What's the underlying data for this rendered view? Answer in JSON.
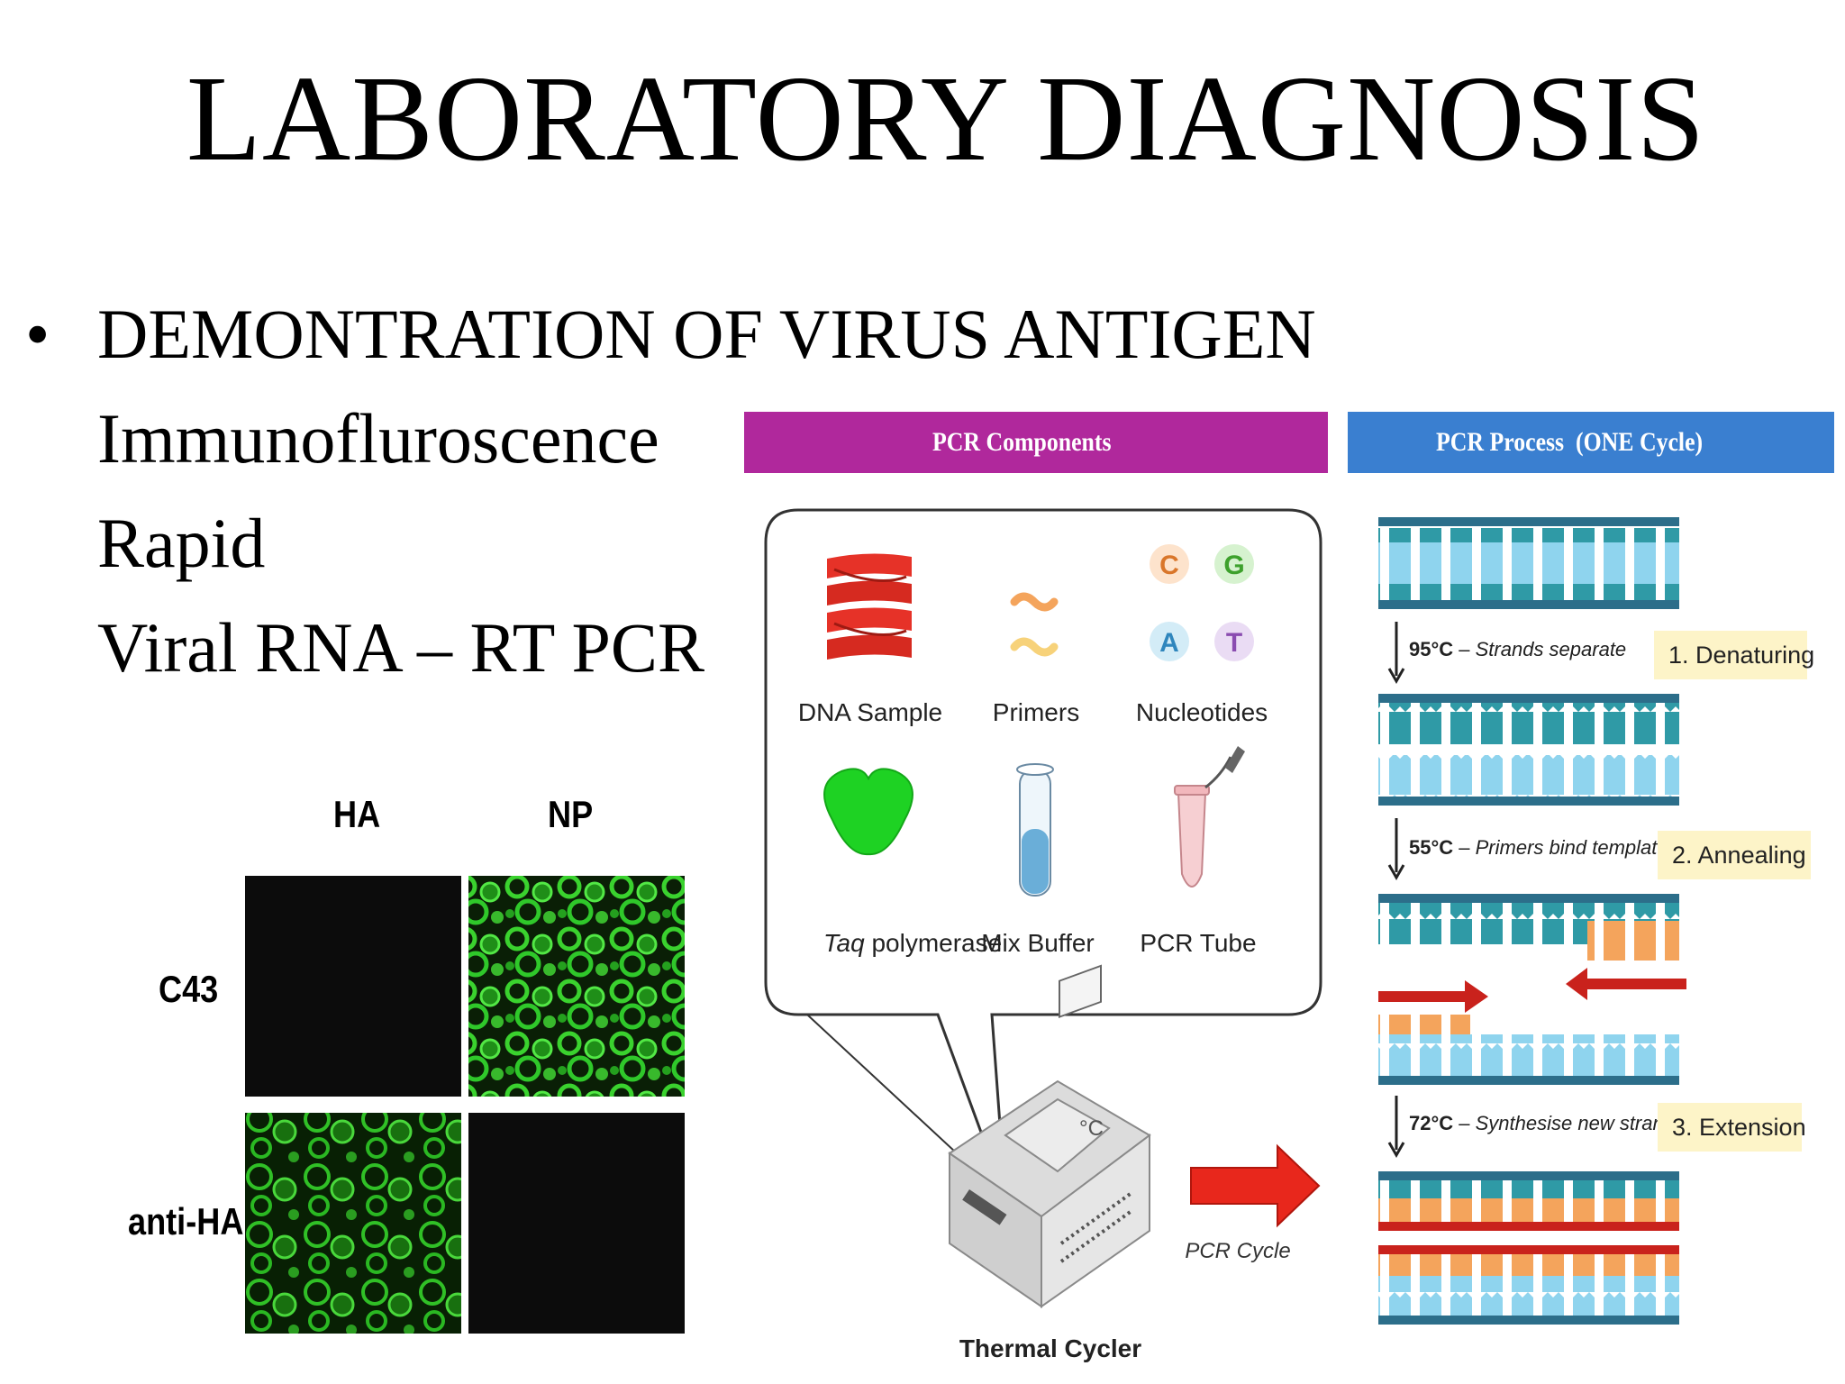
{
  "slide": {
    "title": "LABORATORY DIAGNOSIS",
    "bullet_heading": "DEMONTRATION OF VIRUS ANTIGEN",
    "sub_items": [
      "Immunofluroscence",
      "Rapid",
      "Viral RNA – RT PCR"
    ]
  },
  "immunofluorescence": {
    "col_labels": [
      "HA",
      "NP"
    ],
    "row_labels": [
      "C43",
      "anti-HA"
    ],
    "cells": [
      [
        "dark",
        "green"
      ],
      [
        "green",
        "dark"
      ]
    ]
  },
  "pcr_components": {
    "header": "PCR Components",
    "items": [
      {
        "label": "DNA Sample"
      },
      {
        "label": "Primers"
      },
      {
        "label": "Nucleotides"
      },
      {
        "label_italic": "Taq",
        "label": " polymerase"
      },
      {
        "label": "Mix Buffer"
      },
      {
        "label": "PCR Tube"
      }
    ],
    "nucleotides": [
      "C",
      "G",
      "A",
      "T"
    ],
    "machine_label": "Thermal Cycler",
    "machine_display": "°C",
    "arrow_label": "PCR Cycle"
  },
  "pcr_process": {
    "header": "PCR Process  (ONE Cycle)",
    "steps": [
      {
        "temp": "95°C",
        "desc": "Strands separate",
        "name": "1. Denaturing"
      },
      {
        "temp": "55°C",
        "desc": "Primers bind template",
        "name": "2. Annealing"
      },
      {
        "temp": "72°C",
        "desc": "Synthesise new strand",
        "name": "3. Extension"
      }
    ]
  },
  "colors": {
    "components_header": "#b0289c",
    "process_header": "#3a7fd0",
    "strand_teal": "#2f9aa6",
    "strand_light": "#8fd4ee",
    "primer_orange": "#f4a45c",
    "primer_red": "#c9221c",
    "step_label_bg": "#fdf4c8",
    "fluor_green": "#2fc82a"
  }
}
